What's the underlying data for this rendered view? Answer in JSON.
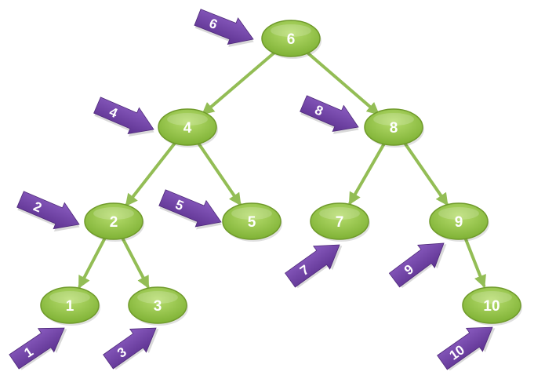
{
  "colors": {
    "node_fill": "#8fbf3e",
    "node_stroke": "#6f9a2a",
    "edge": "#93bd55",
    "arrow_fill": "#6a3d9a",
    "label": "#ffffff"
  },
  "nodes": [
    {
      "id": "n6",
      "label": "6"
    },
    {
      "id": "n4",
      "label": "4"
    },
    {
      "id": "n8",
      "label": "8"
    },
    {
      "id": "n2",
      "label": "2"
    },
    {
      "id": "n5",
      "label": "5"
    },
    {
      "id": "n7",
      "label": "7"
    },
    {
      "id": "n9",
      "label": "9"
    },
    {
      "id": "n1",
      "label": "1"
    },
    {
      "id": "n3",
      "label": "3"
    },
    {
      "id": "n10",
      "label": "10"
    }
  ],
  "edges": [
    {
      "from": "n6",
      "to": "n4"
    },
    {
      "from": "n6",
      "to": "n8"
    },
    {
      "from": "n4",
      "to": "n2"
    },
    {
      "from": "n4",
      "to": "n5"
    },
    {
      "from": "n8",
      "to": "n7"
    },
    {
      "from": "n8",
      "to": "n9"
    },
    {
      "from": "n2",
      "to": "n1"
    },
    {
      "from": "n2",
      "to": "n3"
    },
    {
      "from": "n9",
      "to": "n10"
    }
  ],
  "pointers": [
    {
      "target": "n6",
      "label": "6"
    },
    {
      "target": "n4",
      "label": "4"
    },
    {
      "target": "n8",
      "label": "8"
    },
    {
      "target": "n2",
      "label": "2"
    },
    {
      "target": "n5",
      "label": "5"
    },
    {
      "target": "n7",
      "label": "7"
    },
    {
      "target": "n9",
      "label": "9"
    },
    {
      "target": "n1",
      "label": "1"
    },
    {
      "target": "n3",
      "label": "3"
    },
    {
      "target": "n10",
      "label": "10"
    }
  ]
}
